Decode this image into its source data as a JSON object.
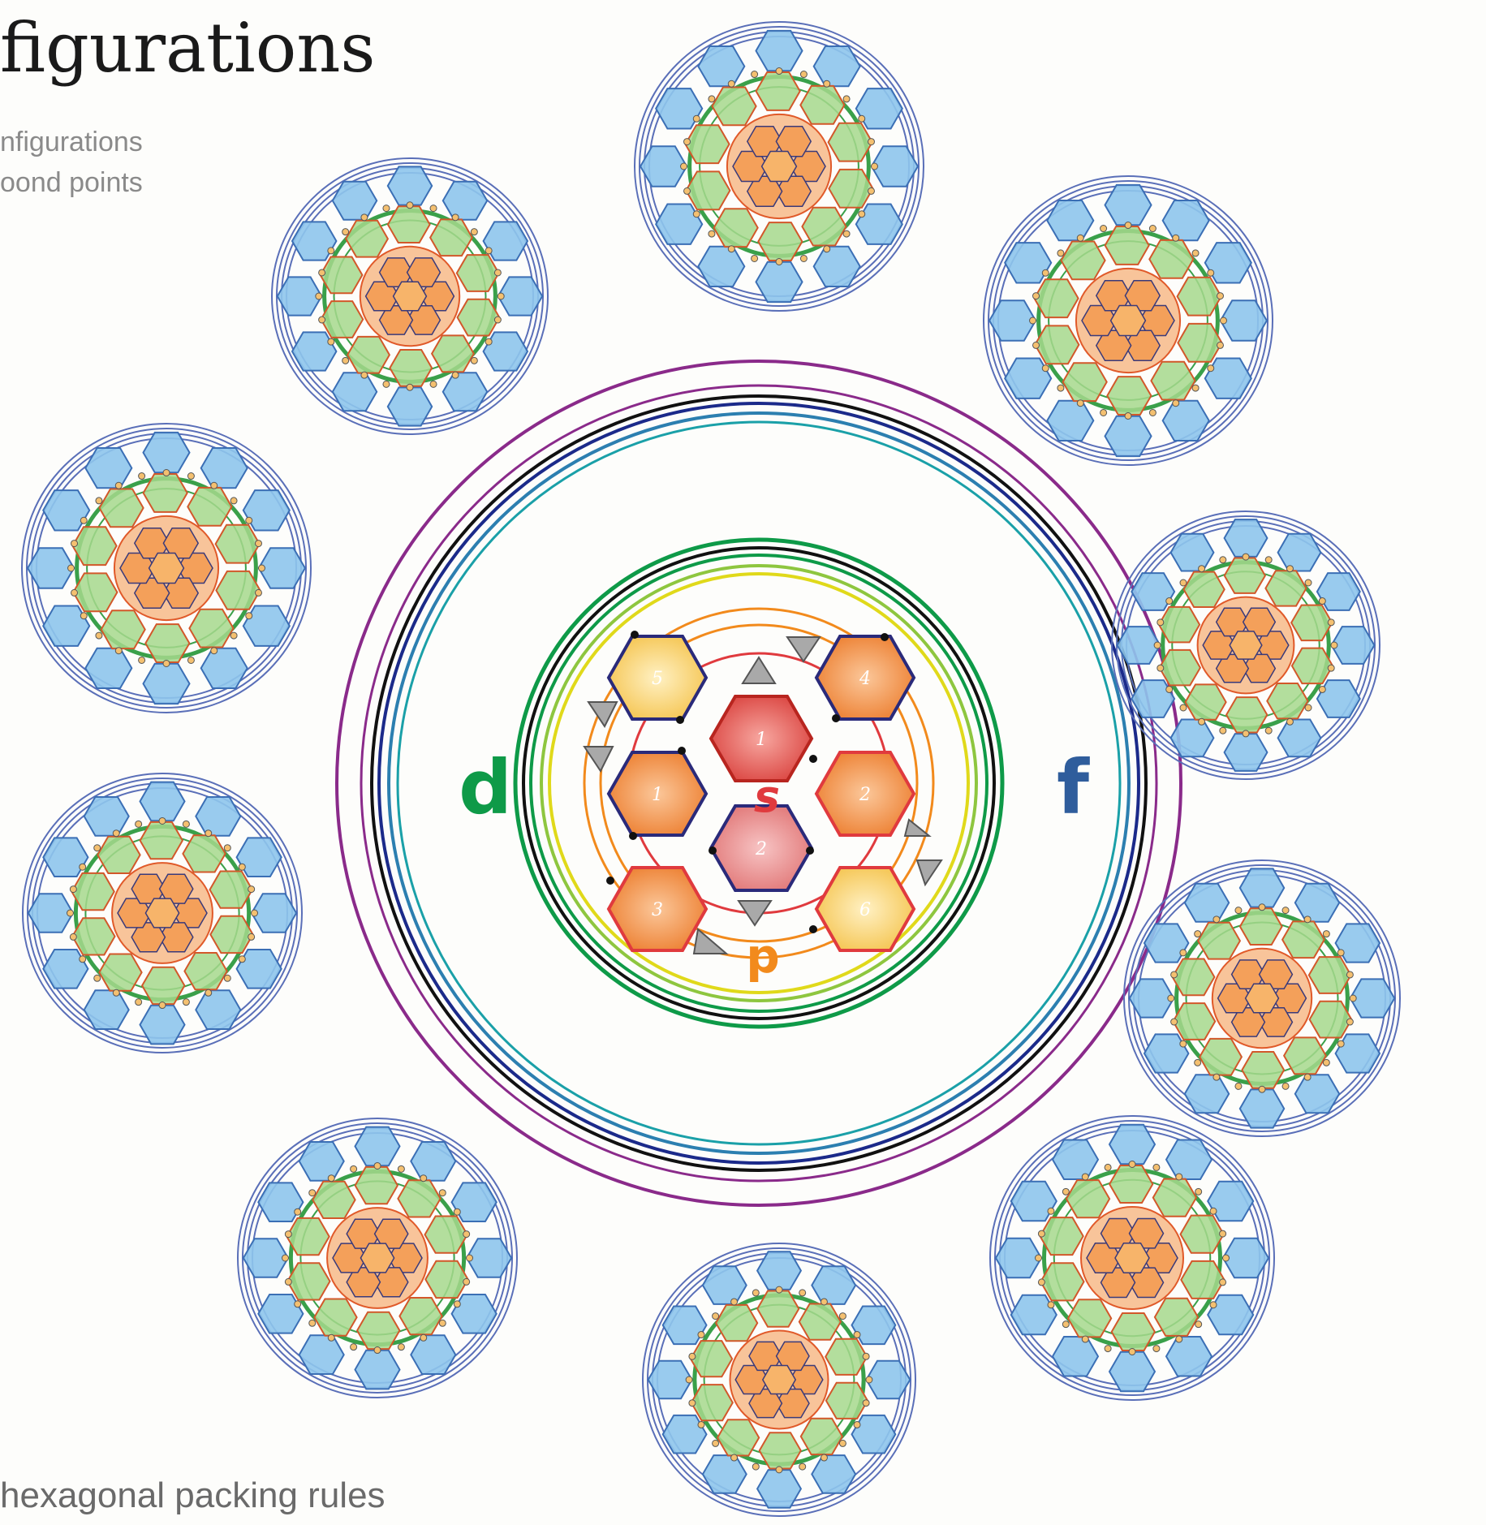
{
  "header": {
    "title": "figurations",
    "subtitle_line1": "nfigurations",
    "subtitle_line2": "oond points"
  },
  "footer": {
    "text": "hexagonal packing rules"
  },
  "center": {
    "orbital_labels": {
      "s": "s",
      "p": "p",
      "d": "d",
      "f": "f"
    },
    "hexagons": [
      {
        "num": "1",
        "kind": "s"
      },
      {
        "num": "2",
        "kind": "s"
      },
      {
        "num": "1",
        "kind": "p"
      },
      {
        "num": "2",
        "kind": "p"
      },
      {
        "num": "3",
        "kind": "p"
      },
      {
        "num": "4",
        "kind": "p"
      },
      {
        "num": "5",
        "kind": "d"
      },
      {
        "num": "6",
        "kind": "d"
      }
    ]
  },
  "colors": {
    "orbital_s": "#e03a3e",
    "orbital_p": "#f28a1c",
    "orbital_d": "#0e9a48",
    "orbital_f": "#2f5d9c",
    "hex_s_fill": "#e8524f",
    "hex_p_fill": "#f2883a",
    "hex_d_fill": "#f9d36a",
    "ring_green": "#6cbf5c",
    "ring_blue": "#4a90d9",
    "ring_purple": "#8a2a8a"
  },
  "satellites": [
    {
      "id": "sat-1"
    },
    {
      "id": "sat-2"
    },
    {
      "id": "sat-3"
    },
    {
      "id": "sat-4"
    },
    {
      "id": "sat-5"
    },
    {
      "id": "sat-6"
    },
    {
      "id": "sat-7"
    },
    {
      "id": "sat-8"
    },
    {
      "id": "sat-9"
    },
    {
      "id": "sat-10"
    },
    {
      "id": "sat-11"
    }
  ]
}
